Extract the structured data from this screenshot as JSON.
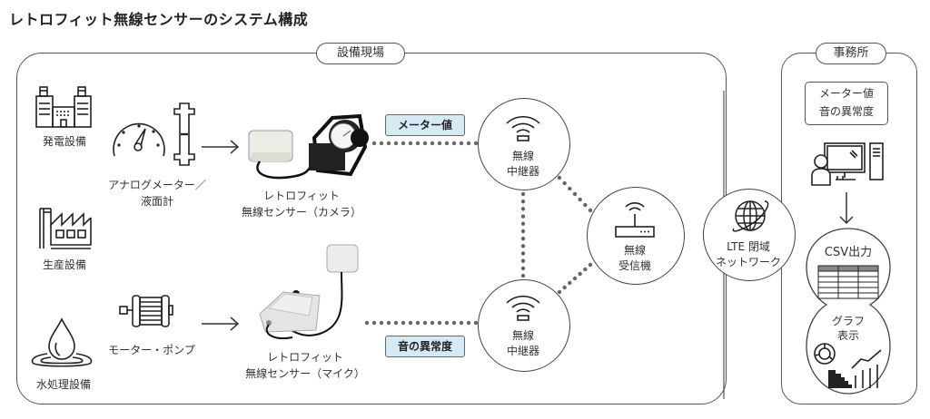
{
  "title": "レトロフィット無線センサーのシステム構成",
  "sections": {
    "site": {
      "label": "設備現場"
    },
    "office": {
      "label": "事務所"
    }
  },
  "facilities": [
    {
      "label": "発電設備",
      "icon": "power-plant-icon"
    },
    {
      "label": "生産設備",
      "icon": "factory-icon"
    },
    {
      "label": "水処理設備",
      "icon": "water-drop-icon"
    }
  ],
  "instruments": {
    "meter": {
      "label_line1": "アナログメーター／",
      "label_line2": "液面計"
    },
    "motor": {
      "label": "モーター・ポンプ"
    }
  },
  "sensors": {
    "camera": {
      "line1": "レトロフィット",
      "line2": "無線センサー（カメラ）"
    },
    "mic": {
      "line1": "レトロフィット",
      "line2": "無線センサー（マイク）"
    }
  },
  "data_tags": {
    "meter_value": "メーター値",
    "sound_anomaly": "音の異常度"
  },
  "colors": {
    "tag_fill": "#d6eaf5",
    "line": "#444444",
    "dot": "#666666"
  },
  "network": {
    "repeater_top": {
      "line1": "無線",
      "line2": "中継器"
    },
    "repeater_bottom": {
      "line1": "無線",
      "line2": "中継器"
    },
    "receiver": {
      "line1": "無線",
      "line2": "受信機"
    },
    "lte": {
      "line1": "LTE 閉域",
      "line2": "ネットワーク"
    }
  },
  "office": {
    "data_box": {
      "line1": "メーター値",
      "line2": "音の異常度"
    },
    "csv": {
      "label": "CSV出力"
    },
    "graph": {
      "line1": "グラフ",
      "line2": "表示"
    }
  }
}
